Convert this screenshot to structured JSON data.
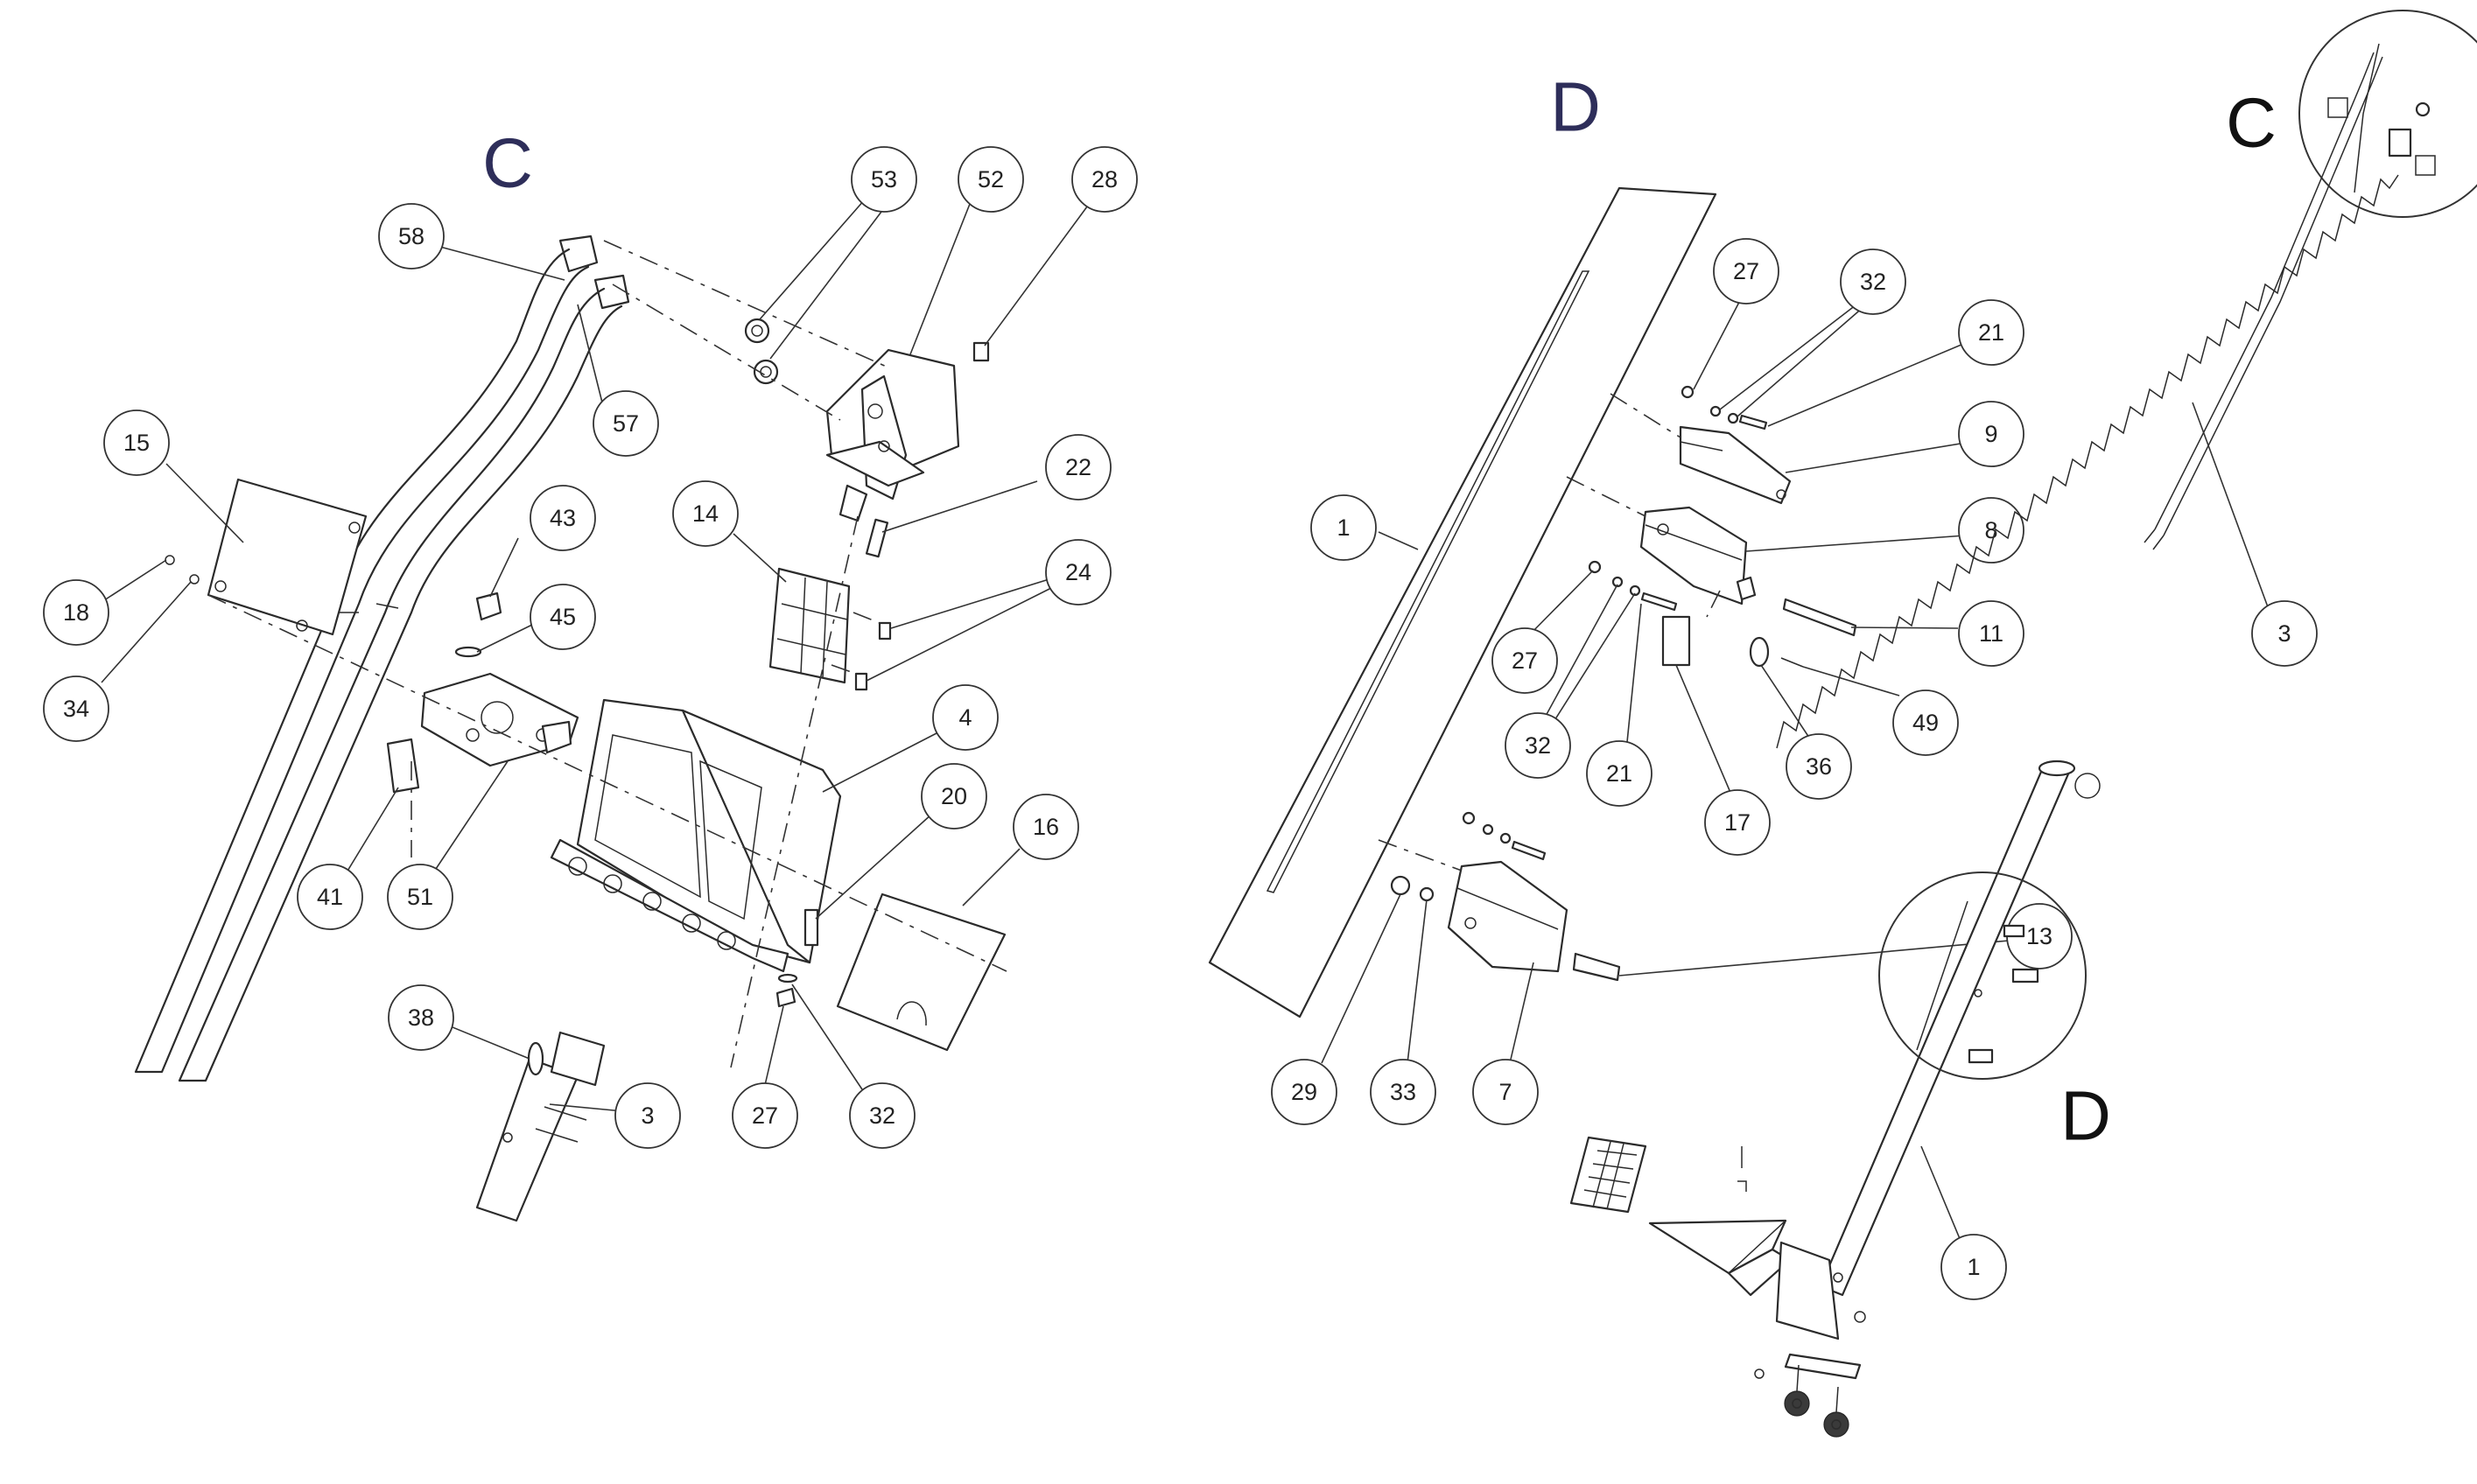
{
  "views": {
    "c_title": "C",
    "d_title": "D",
    "overview_c": "C",
    "overview_d": "D"
  },
  "colors": {
    "detail_title": "#2e2e5a",
    "overview_title": "#111111",
    "line": "#2b2b2b"
  },
  "callouts_c": [
    "53",
    "52",
    "28",
    "58",
    "57",
    "15",
    "18",
    "34",
    "22",
    "14",
    "24",
    "43",
    "45",
    "4",
    "41",
    "51",
    "20",
    "16",
    "38",
    "3",
    "27",
    "32"
  ],
  "callouts_d": [
    "27",
    "32",
    "21",
    "9",
    "1",
    "8",
    "11",
    "27",
    "32",
    "21",
    "36",
    "49",
    "17",
    "13",
    "29",
    "33",
    "7"
  ],
  "callouts_overview": [
    "3",
    "1"
  ]
}
